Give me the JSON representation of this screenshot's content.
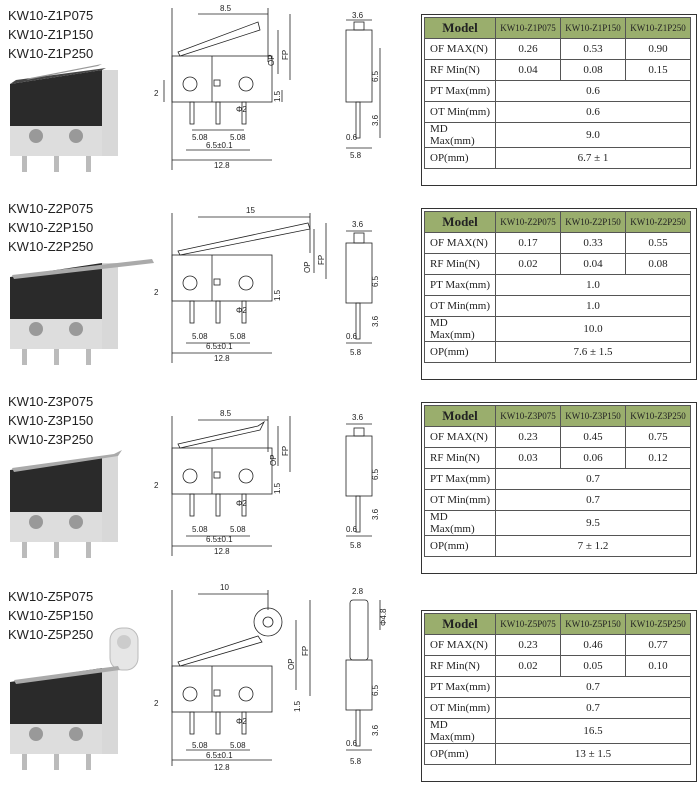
{
  "sections": [
    {
      "models": [
        "KW10-Z1P075",
        "KW10-Z1P150",
        "KW10-Z1P250"
      ],
      "dims": {
        "lever": "8.5",
        "gap": "2",
        "pitch_a": "5.08",
        "pitch_b": "5.08",
        "hole": "6.5±0.1",
        "length": "12.8",
        "phi": "Φ2",
        "op": "OP",
        "fp": "FP",
        "h15": "1.5",
        "w36": "3.6",
        "h65": "6.5",
        "h36": "3.6",
        "t06": "0.6",
        "w58": "5.8"
      },
      "table": {
        "header": "Model",
        "columns": [
          "KW10-Z1P075",
          "KW10-Z1P150",
          "KW10-Z1P250"
        ],
        "of_label": "OF MAX(N)",
        "of": [
          "0.26",
          "0.53",
          "0.90"
        ],
        "rf_label": "RF Min(N)",
        "rf": [
          "0.04",
          "0.08",
          "0.15"
        ],
        "pt_label": "PT Max(mm)",
        "pt": "0.6",
        "ot_label": "OT Min(mm)",
        "ot": "0.6",
        "md_label": "MD Max(mm)",
        "md": "9.0",
        "op_label": "OP(mm)",
        "op": "6.7 ± 1"
      }
    },
    {
      "models": [
        "KW10-Z2P075",
        "KW10-Z2P150",
        "KW10-Z2P250"
      ],
      "dims": {
        "lever": "15",
        "gap": "2",
        "pitch_a": "5.08",
        "pitch_b": "5.08",
        "hole": "6.5±0.1",
        "length": "12.8",
        "phi": "Φ2",
        "op": "OP",
        "fp": "FP",
        "h15": "1.5",
        "w36": "3.6",
        "h65": "6.5",
        "h36": "3.6",
        "t06": "0.6",
        "w58": "5.8"
      },
      "table": {
        "header": "Model",
        "columns": [
          "KW10-Z2P075",
          "KW10-Z2P150",
          "KW10-Z2P250"
        ],
        "of_label": "OF MAX(N)",
        "of": [
          "0.17",
          "0.33",
          "0.55"
        ],
        "rf_label": "RF Min(N)",
        "rf": [
          "0.02",
          "0.04",
          "0.08"
        ],
        "pt_label": "PT Max(mm)",
        "pt": "1.0",
        "ot_label": "OT Min(mm)",
        "ot": "1.0",
        "md_label": "MD Max(mm)",
        "md": "10.0",
        "op_label": "OP(mm)",
        "op": "7.6 ± 1.5"
      }
    },
    {
      "models": [
        "KW10-Z3P075",
        "KW10-Z3P150",
        "KW10-Z3P250"
      ],
      "dims": {
        "lever": "8.5",
        "gap": "2",
        "pitch_a": "5.08",
        "pitch_b": "5.08",
        "hole": "6.5±0.1",
        "length": "12.8",
        "phi": "Φ2",
        "op": "OP",
        "fp": "FP",
        "h15": "1.5",
        "w36": "3.6",
        "h65": "6.5",
        "h36": "3.6",
        "t06": "0.6",
        "w58": "5.8"
      },
      "table": {
        "header": "Model",
        "columns": [
          "KW10-Z3P075",
          "KW10-Z3P150",
          "KW10-Z3P250"
        ],
        "of_label": "OF MAX(N)",
        "of": [
          "0.23",
          "0.45",
          "0.75"
        ],
        "rf_label": "RF Min(N)",
        "rf": [
          "0.03",
          "0.06",
          "0.12"
        ],
        "pt_label": "PT Max(mm)",
        "pt": "0.7",
        "ot_label": "OT Min(mm)",
        "ot": "0.7",
        "md_label": "MD Max(mm)",
        "md": "9.5",
        "op_label": "OP(mm)",
        "op": "7 ± 1.2"
      }
    },
    {
      "models": [
        "KW10-Z5P075",
        "KW10-Z5P150",
        "KW10-Z5P250"
      ],
      "dims": {
        "lever": "10",
        "gap": "2",
        "pitch_a": "5.08",
        "pitch_b": "5.08",
        "hole": "6.5±0.1",
        "length": "12.8",
        "phi": "Φ2",
        "op": "OP",
        "fp": "FP",
        "h15": "1.5",
        "w36": "2.8",
        "h65": "6.5",
        "h36": "3.6",
        "t06": "0.6",
        "w58": "5.8",
        "roller": "Φ4.8"
      },
      "table": {
        "header": "Model",
        "columns": [
          "KW10-Z5P075",
          "KW10-Z5P150",
          "KW10-Z5P250"
        ],
        "of_label": "OF MAX(N)",
        "of": [
          "0.23",
          "0.46",
          "0.77"
        ],
        "rf_label": "RF Min(N)",
        "rf": [
          "0.02",
          "0.05",
          "0.10"
        ],
        "pt_label": "PT Max(mm)",
        "pt": "0.7",
        "ot_label": "OT Min(mm)",
        "ot": "0.7",
        "md_label": "MD Max(mm)",
        "md": "16.5",
        "op_label": "OP(mm)",
        "op": "13 ± 1.5"
      }
    }
  ]
}
